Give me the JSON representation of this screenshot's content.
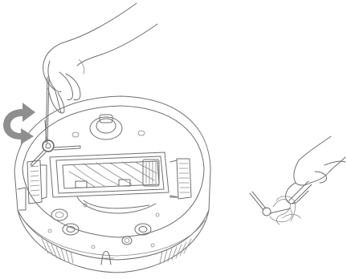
{
  "illustration": {
    "figures": [
      {
        "name": "robot-underside-with-side-brush",
        "action": "unscrew-side-brush"
      },
      {
        "name": "hand-cleaning-side-brush",
        "action": "remove-hair-from-brush"
      }
    ],
    "arrow_icon": "counterclockwise-rotate-arrow-icon",
    "colors": {
      "line": "#6f6f6f",
      "arrow_fill": "#8f8f8f",
      "background": "#ffffff"
    }
  }
}
